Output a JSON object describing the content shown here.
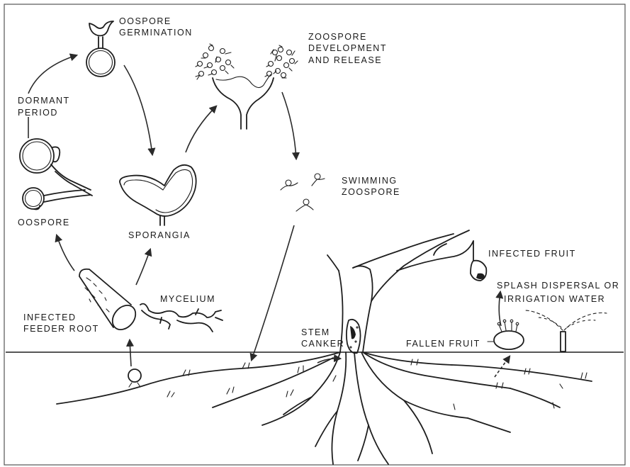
{
  "labels": {
    "oospore_germination_1": "OOSPORE",
    "oospore_germination_2": "GERMINATION",
    "zoospore_dev_1": "ZOOSPORE",
    "zoospore_dev_2": "DEVELOPMENT",
    "zoospore_dev_3": "AND RELEASE",
    "dormant_1": "DORMANT",
    "dormant_2": "PERIOD",
    "swimming_1": "SWIMMING",
    "swimming_2": "ZOOSPORE",
    "oospore": "OOSPORE",
    "sporangia": "SPORANGIA",
    "infected_fruit": "INFECTED FRUIT",
    "mycelium": "MYCELIUM",
    "splash_1": "SPLASH DISPERSAL OR",
    "splash_2": "IRRIGATION WATER",
    "infected_root_1": "INFECTED",
    "infected_root_2": "FEEDER ROOT",
    "stem_canker_1": "STEM",
    "stem_canker_2": "CANKER",
    "fallen_fruit": "FALLEN FRUIT"
  }
}
